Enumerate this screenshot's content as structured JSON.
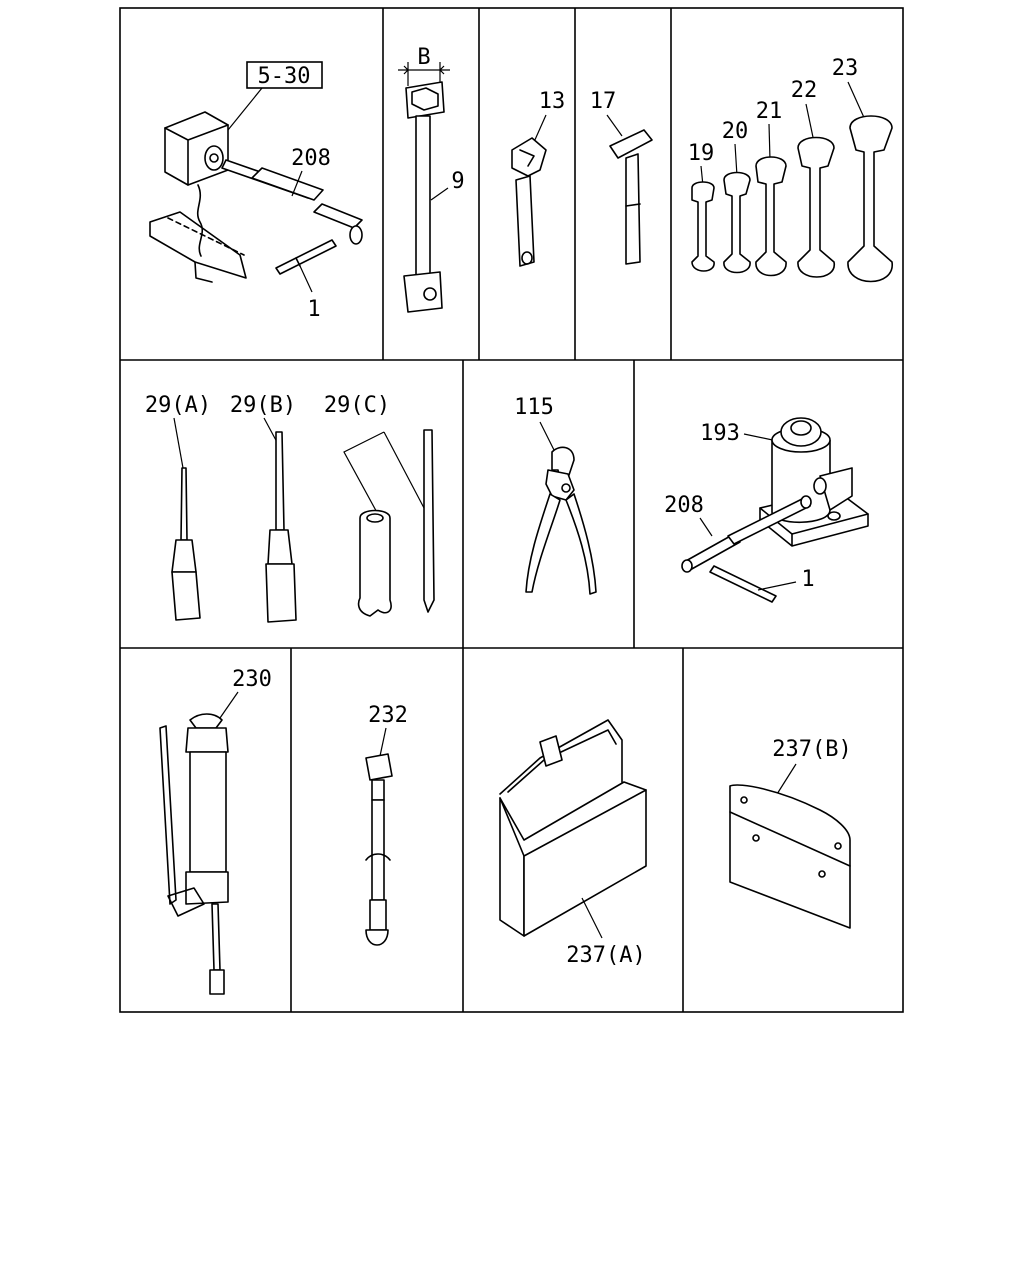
{
  "labels": {
    "ref_5_30": "5-30",
    "p208a": "208",
    "p1a": "1",
    "dim_b": "B",
    "p9": "9",
    "p13": "13",
    "p17": "17",
    "p19": "19",
    "p20": "20",
    "p21": "21",
    "p22": "22",
    "p23": "23",
    "p29a": "29(A)",
    "p29b": "29(B)",
    "p29c": "29(C)",
    "p115": "115",
    "p193": "193",
    "p208b": "208",
    "p1b": "1",
    "p230": "230",
    "p232": "232",
    "p237a": "237(A)",
    "p237b": "237(B)"
  }
}
